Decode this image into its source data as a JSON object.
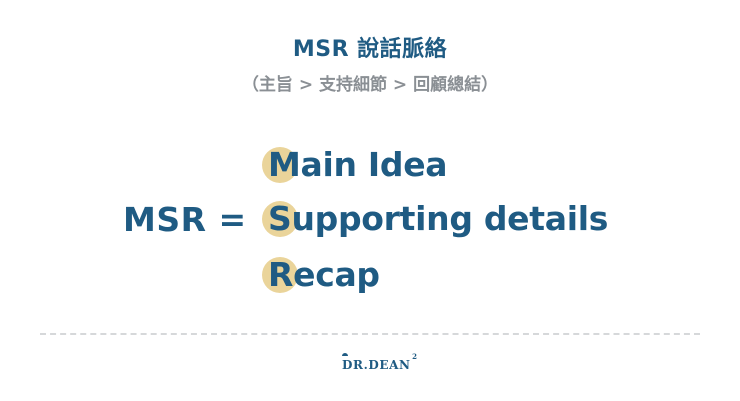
{
  "slide": {
    "title": "MSR 說話脈絡",
    "subtitle": "（主旨 > 支持細節 > 回顧總結）",
    "equation_lhs": "MSR =",
    "items": [
      {
        "letter": "M",
        "rest": "ain Idea"
      },
      {
        "letter": "S",
        "rest": "upporting details"
      },
      {
        "letter": "R",
        "rest": "ecap"
      }
    ],
    "colors": {
      "text": "#1f5b83",
      "subtitle": "#8a8f94",
      "highlight_circle": "#ead49a",
      "divider": "#d6d8da"
    }
  },
  "footer": {
    "logo_text": "DR.DEAN",
    "logo_superscript": "2"
  }
}
